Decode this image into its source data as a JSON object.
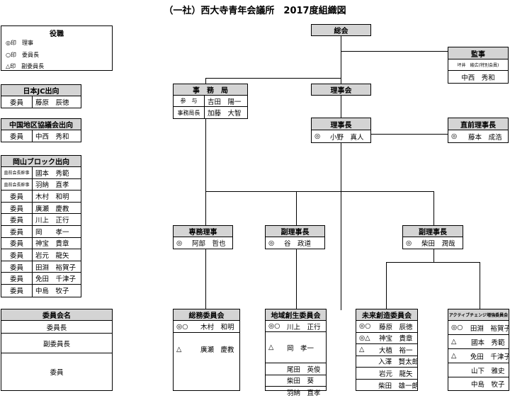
{
  "title": "（一社）西大寺青年会議所　2017度組織図",
  "legend": {
    "header": "役職",
    "items": [
      "◎印　理事",
      "○印　委員長",
      "△印　副委員長"
    ]
  },
  "jc": {
    "header": "日本JC出向",
    "role": "委員",
    "name": "藤原　辰徳"
  },
  "chugoku": {
    "header": "中国地区協議会出向",
    "role": "委員",
    "name": "中西　秀和"
  },
  "okayama": {
    "header": "岡山ブロック出向",
    "rows": [
      {
        "role": "直前会長幹事",
        "name": "國本　秀範"
      },
      {
        "role": "直前会長幹事",
        "name": "羽納　直孝"
      },
      {
        "role": "委員",
        "name": "木村　和明"
      },
      {
        "role": "委員",
        "name": "廣瀬　慶教"
      },
      {
        "role": "委員",
        "name": "川上　正行"
      },
      {
        "role": "委員",
        "name": "岡　　孝一"
      },
      {
        "role": "委員",
        "name": "神宝　貴章"
      },
      {
        "role": "委員",
        "name": "岩元　龍矢"
      },
      {
        "role": "委員",
        "name": "田淵　裕賀子"
      },
      {
        "role": "委員",
        "name": "免田　千津子"
      },
      {
        "role": "委員",
        "name": "中島　牧子"
      }
    ]
  },
  "template": {
    "header": "委員会名",
    "chair": "委員長",
    "vice": "副委員長",
    "member": "委員"
  },
  "soukai": "総会",
  "kanji": {
    "header": "監事",
    "sub": "坪井　綾広(特別会員)",
    "name": "中西　秀和"
  },
  "jimukyoku": {
    "header": "事　務　局",
    "rows": [
      {
        "role": "参　与",
        "name": "吉田　陽一"
      },
      {
        "role": "事務局長",
        "name": "加藤　大智"
      }
    ]
  },
  "rijikai": "理事会",
  "rijicho": {
    "header": "理事長",
    "mark": "◎",
    "name": "小野　真人"
  },
  "chokuzen": {
    "header": "直前理事長",
    "mark": "◎",
    "name": "藤本　成浩"
  },
  "senmu": {
    "header": "専務理事",
    "mark": "◎",
    "name": "阿部　哲也"
  },
  "fuku1": {
    "header": "副理事長",
    "mark": "◎",
    "name": "谷　政道"
  },
  "fuku2": {
    "header": "副理事長",
    "mark": "◎",
    "name": "柴田　潤哉"
  },
  "soumu": {
    "header": "総務委員会",
    "rows": [
      {
        "mark": "◎○",
        "name": "木村　和明"
      },
      {
        "mark": "△",
        "name": "廣瀬　慶教"
      }
    ]
  },
  "chiiki": {
    "header": "地域創生委員会",
    "rows": [
      {
        "mark": "◎○",
        "name": "川上　正行"
      },
      {
        "mark": "△",
        "name": "岡　孝一"
      },
      {
        "mark": "",
        "name": "尾田　英俊"
      },
      {
        "mark": "",
        "name": "柴田　葵"
      },
      {
        "mark": "",
        "name": "羽納　直孝"
      }
    ]
  },
  "mirai": {
    "header": "未来創造委員会",
    "rows": [
      {
        "mark": "◎○",
        "name": "藤原　辰徳"
      },
      {
        "mark": "◎△",
        "name": "神宝　貴章"
      },
      {
        "mark": "△",
        "name": "大植　裕一"
      },
      {
        "mark": "",
        "name": "入澤　賢太郎"
      },
      {
        "mark": "",
        "name": "岩元　龍矢"
      },
      {
        "mark": "",
        "name": "柴田　雄一朗"
      }
    ]
  },
  "active": {
    "header": "アクティブチェンジ増強委員会",
    "rows": [
      {
        "mark": "◎○",
        "name": "田淵　裕賀子"
      },
      {
        "mark": "△",
        "name": "國本　秀範"
      },
      {
        "mark": "△",
        "name": "免田　千津子"
      },
      {
        "mark": "",
        "name": "山下　雅史"
      },
      {
        "mark": "",
        "name": "中島　牧子"
      }
    ]
  }
}
